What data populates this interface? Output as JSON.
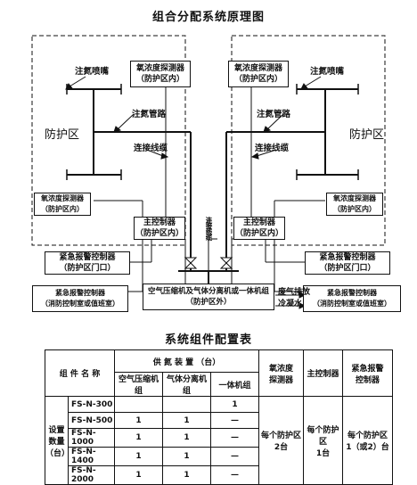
{
  "diagram": {
    "title": "组合分配系统原理图",
    "left": {
      "zone": "防护区",
      "nozzle": "注氮喷嘴",
      "detector_top": [
        "氧浓度探测器",
        "（防护区内）"
      ],
      "pipe": "注氮管路",
      "cable": "连接线缆",
      "detector_side": [
        "氧浓度探测器",
        "（防护区内）"
      ],
      "controller": [
        "主控制器",
        "（防护区内）"
      ],
      "alarm_door": [
        "紧急报警控制器",
        "（防护区门口）"
      ],
      "alarm_room": [
        "紧急报警控制器",
        "（消防控制室或值班室）"
      ]
    },
    "right": {
      "zone": "防护区",
      "nozzle": "注氮喷嘴",
      "detector_top": [
        "氧浓度探测器",
        "（防护区内）"
      ],
      "pipe": "注氮管路",
      "cable": "连接线缆",
      "detector_side": [
        "氧浓度探测器",
        "（防护区内）"
      ],
      "controller": [
        "主控制器",
        "（防护区内）"
      ],
      "alarm_door": [
        "紧急报警控制器",
        "（防护区门口）"
      ],
      "alarm_room": [
        "紧急报警控制器",
        "（消防控制室或值班室）"
      ]
    },
    "center": {
      "unit": [
        "空气压缩机及气体分离机或一体机组",
        "（防护区外）"
      ],
      "vertical_label": "连接线缆",
      "exhaust": "废气排放",
      "condensate": "冷凝水"
    }
  },
  "table": {
    "title": "系统组件配置表",
    "header": {
      "component_name": "组 件 名 称",
      "supply_device": "供  氮  装  置 （台）",
      "air_compressor": "空气压缩机组",
      "gas_separator": "气体分离机组",
      "integrated_unit": "一体机组",
      "oxygen_detector": [
        "氧浓度",
        "探测器"
      ],
      "main_controller": "主控制器",
      "emergency_controller": [
        "紧急报警",
        "控制器"
      ]
    },
    "row_label": [
      "设置",
      "数量",
      "（台）"
    ],
    "rows": [
      {
        "model": "FS-N-300",
        "air": "",
        "gas": "",
        "integrated": "1"
      },
      {
        "model": "FS-N-500",
        "air": "1",
        "gas": "1",
        "integrated": "—"
      },
      {
        "model": "FS-N-1000",
        "air": "1",
        "gas": "1",
        "integrated": "—"
      },
      {
        "model": "FS-N-1400",
        "air": "1",
        "gas": "1",
        "integrated": "—"
      },
      {
        "model": "FS-N-2000",
        "air": "1",
        "gas": "1",
        "integrated": "—"
      }
    ],
    "oxygen_detector_value": [
      "每个防护区",
      "2台"
    ],
    "main_controller_value": [
      "每个防护区",
      "1台"
    ],
    "emergency_value": [
      "每个防护区",
      "1（或2）台"
    ]
  }
}
